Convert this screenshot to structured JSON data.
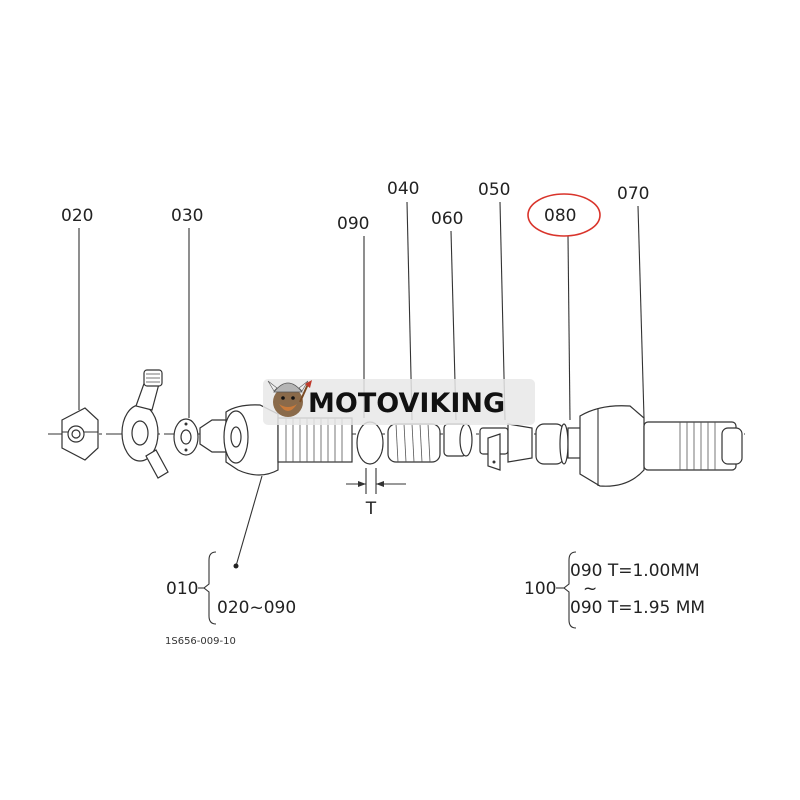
{
  "callouts": {
    "p020": "020",
    "p030": "030",
    "p090": "090",
    "p040": "040",
    "p060": "060",
    "p050": "050",
    "p080": "080",
    "p070": "070"
  },
  "dimension_label": "T",
  "assembly": {
    "parent": "010",
    "range": "020~090"
  },
  "shim_table": {
    "parent": "100",
    "row1": "090 T=1.00MM",
    "tilde": "~",
    "row2": "090 T=1.95 MM"
  },
  "drawing_number": "1S656-009-10",
  "watermark": {
    "brand": "MOTOVIKING",
    "icon": "viking-mascot-icon"
  },
  "colors": {
    "highlight": "#d9342b",
    "line": "#333333",
    "watermark_bg": "#e8e8e8"
  }
}
